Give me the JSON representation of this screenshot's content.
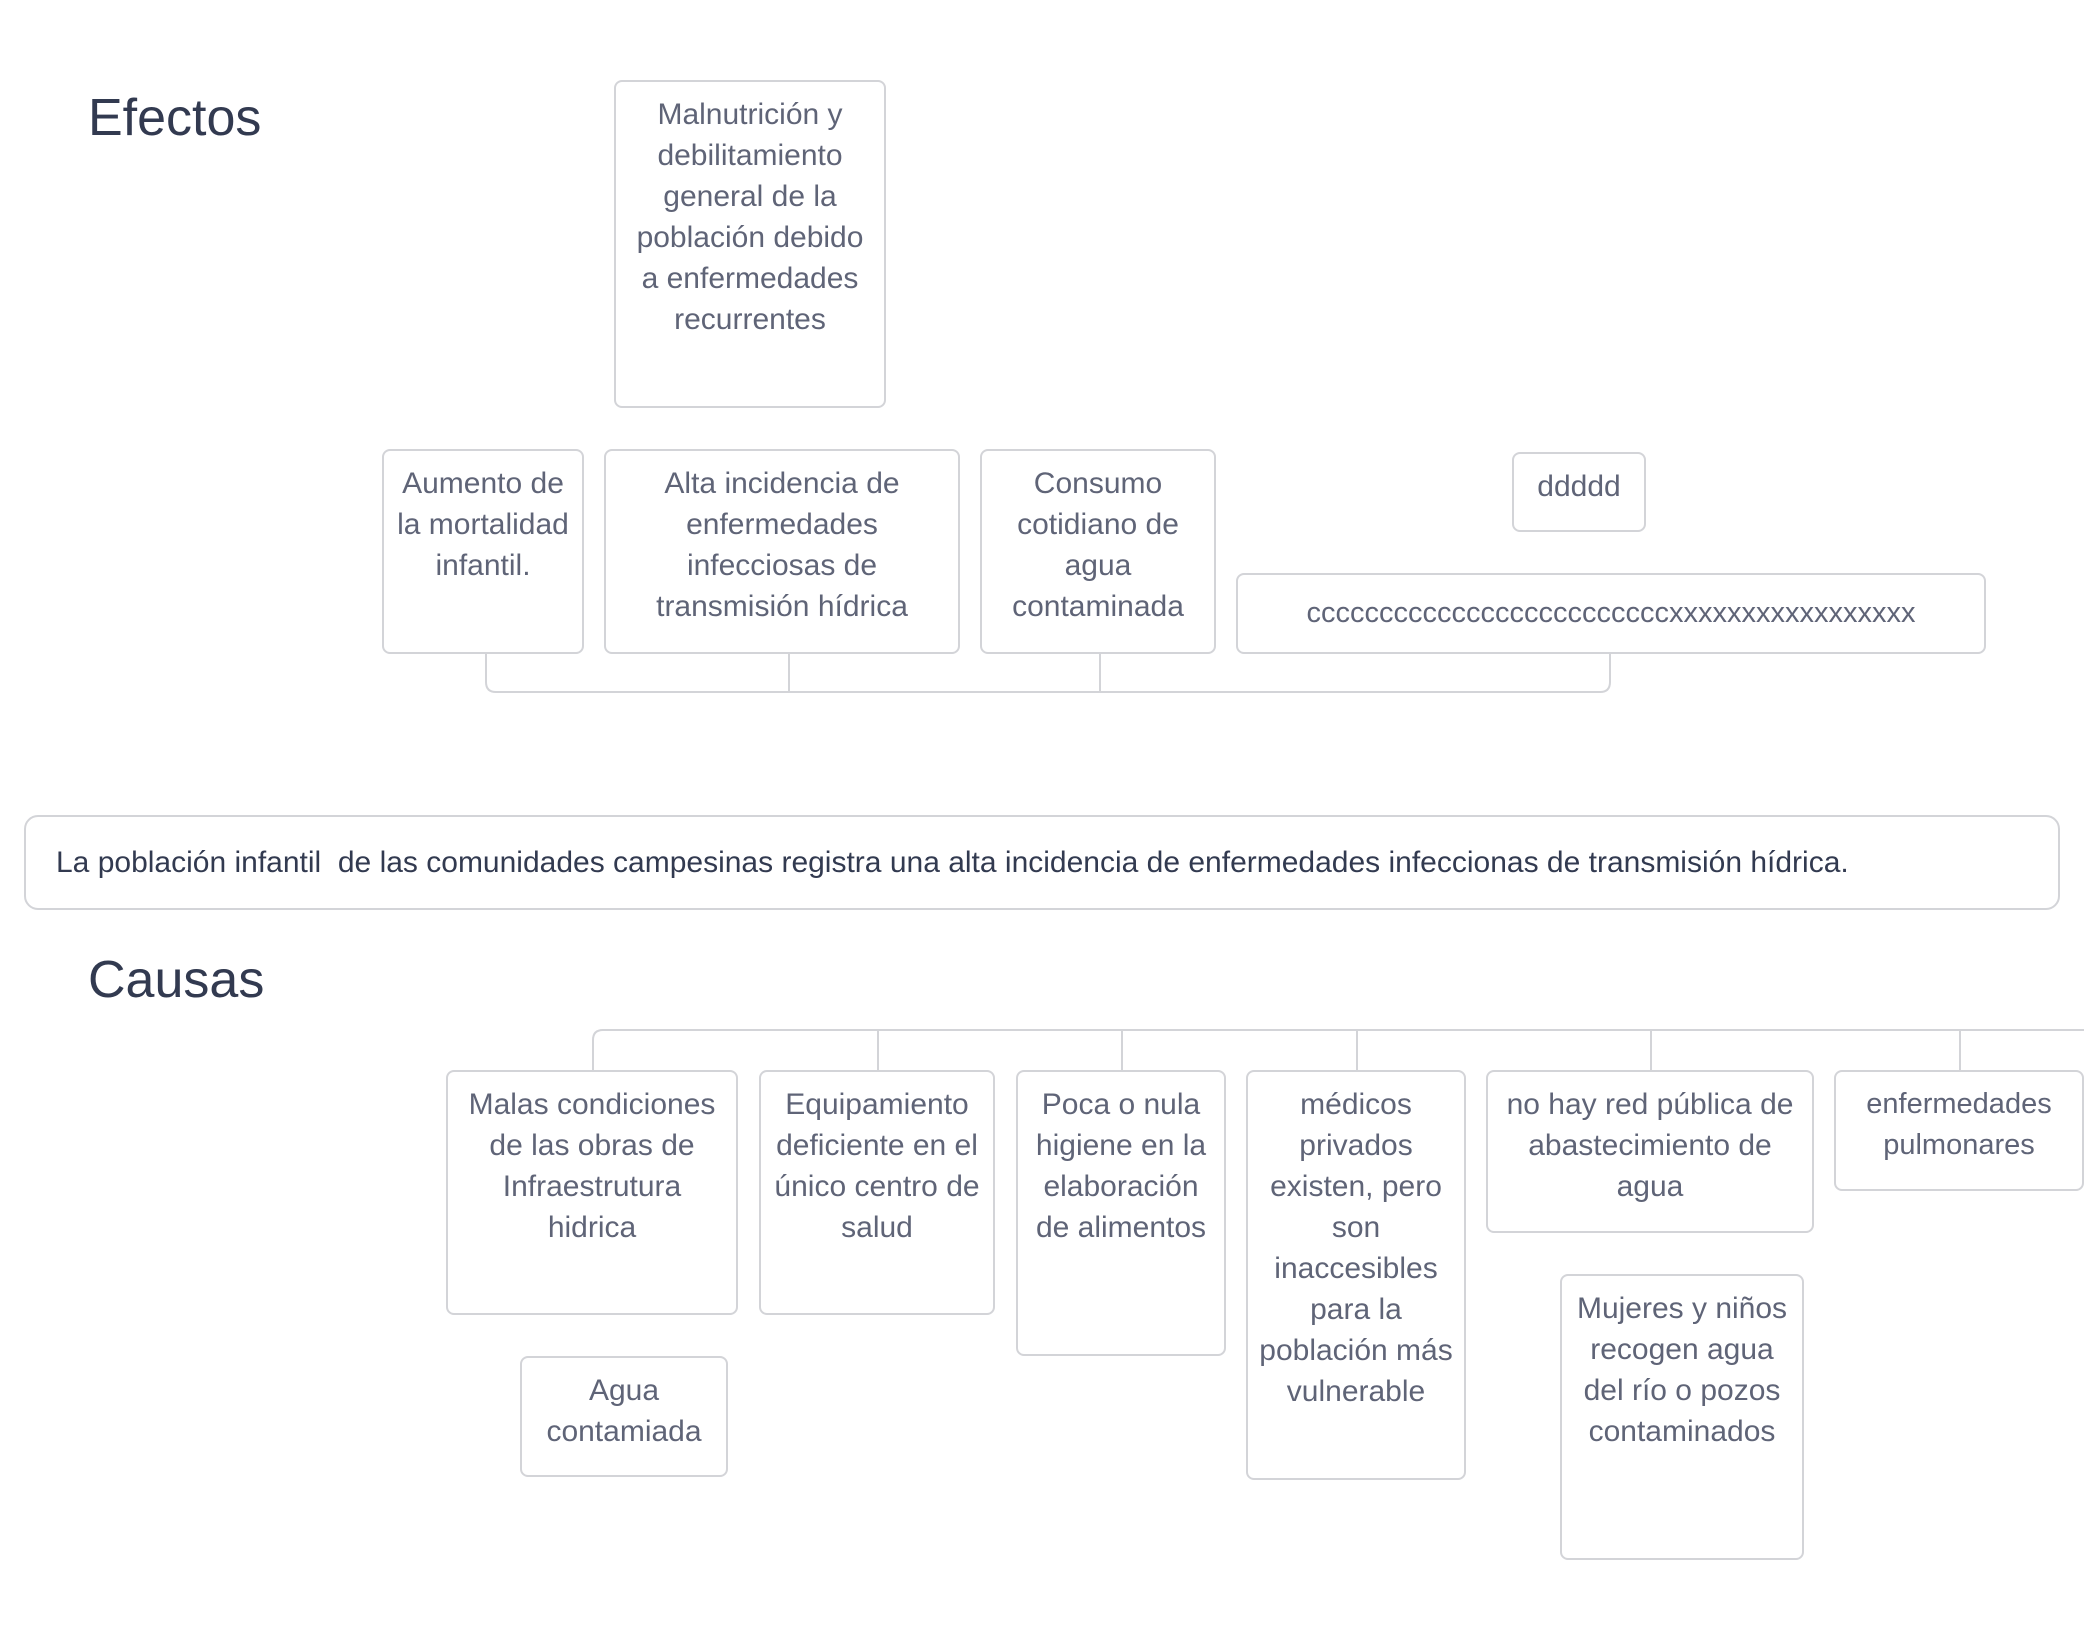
{
  "effects": {
    "heading": "Efectos",
    "nodes": [
      {
        "label": "Malnutrición y debilitamiento general de la población debido a enfermedades recurrentes"
      },
      {
        "label": "Aumento de la mortalidad infantil."
      },
      {
        "label": "Alta incidencia de enfermedades infecciosas de transmisión hídrica"
      },
      {
        "label": "Consumo cotidiano de agua contaminada"
      },
      {
        "label": "ddddd"
      },
      {
        "label": "cccccccccccccccccccccccccxxxxxxxxxxxxxxxxx"
      }
    ]
  },
  "problem": {
    "label": "La población infantil  de las comunidades campesinas registra una alta incidencia de enfermedades infeccionas de transmisión hídrica."
  },
  "causes": {
    "heading": "Causas",
    "nodes": [
      {
        "label": "Malas condiciones de las obras de Infraestrutura hidrica"
      },
      {
        "label": "Equipamiento deficiente en el único centro de salud"
      },
      {
        "label": "Poca o nula higiene en la elaboración de alimentos"
      },
      {
        "label": "médicos privados existen, pero son inaccesibles para la población más vulnerable"
      },
      {
        "label": "no hay red pública de abastecimiento de agua"
      },
      {
        "label": "enfermedades pulmonares"
      },
      {
        "label": "Agua contamiada"
      },
      {
        "label": "Mujeres y niños recogen agua del río o pozos contaminados"
      }
    ]
  }
}
